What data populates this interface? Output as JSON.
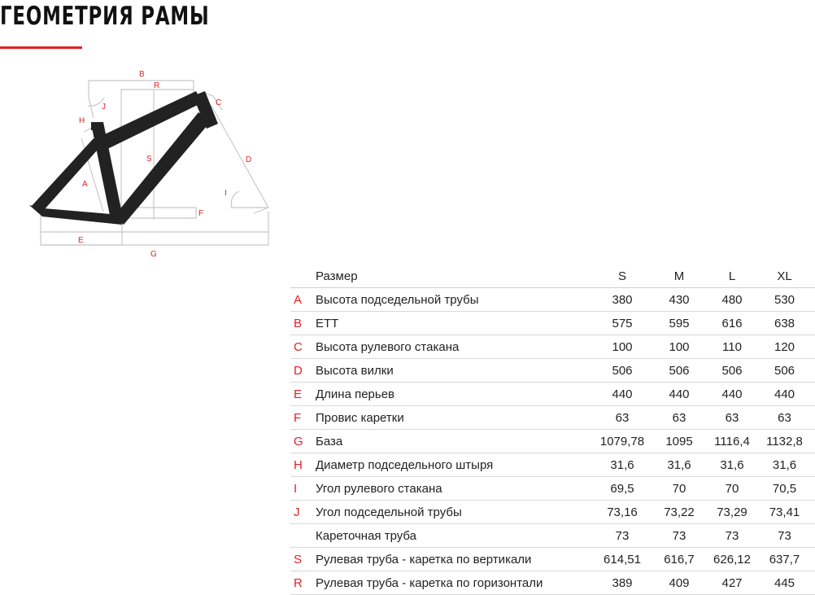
{
  "page": {
    "title": "ГЕОМЕТРИЯ РАМЫ",
    "accent_color": "#e31e24"
  },
  "diagram": {
    "labels": {
      "A": "A",
      "B": "B",
      "C": "C",
      "D": "D",
      "E": "E",
      "F": "F",
      "G": "G",
      "H": "H",
      "I": "I",
      "J": "J",
      "R": "R",
      "S": "S"
    },
    "frame_color": "#222222",
    "dimension_line_color": "#c8c8c8"
  },
  "table": {
    "header": {
      "param": "Размер",
      "sizes": [
        "S",
        "M",
        "L",
        "XL"
      ]
    },
    "rows": [
      {
        "letter": "A",
        "param": "Высота подседельной трубы",
        "values": [
          "380",
          "430",
          "480",
          "530"
        ]
      },
      {
        "letter": "B",
        "param": "ETT",
        "values": [
          "575",
          "595",
          "616",
          "638"
        ]
      },
      {
        "letter": "C",
        "param": "Высота рулевого стакана",
        "values": [
          "100",
          "100",
          "110",
          "120"
        ]
      },
      {
        "letter": "D",
        "param": "Высота вилки",
        "values": [
          "506",
          "506",
          "506",
          "506"
        ]
      },
      {
        "letter": "E",
        "param": "Длина перьев",
        "values": [
          "440",
          "440",
          "440",
          "440"
        ]
      },
      {
        "letter": "F",
        "param": "Провис каретки",
        "values": [
          "63",
          "63",
          "63",
          "63"
        ]
      },
      {
        "letter": "G",
        "param": "База",
        "values": [
          "1079,78",
          "1095",
          "1116,4",
          "1132,8"
        ]
      },
      {
        "letter": "H",
        "param": "Диаметр подседельного штыря",
        "values": [
          "31,6",
          "31,6",
          "31,6",
          "31,6"
        ]
      },
      {
        "letter": "I",
        "param": "Угол рулевого стакана",
        "values": [
          "69,5",
          "70",
          "70",
          "70,5"
        ]
      },
      {
        "letter": "J",
        "param": "Угол подседельной трубы",
        "values": [
          "73,16",
          "73,22",
          "73,29",
          "73,41"
        ]
      },
      {
        "letter": "",
        "param": "Кареточная труба",
        "values": [
          "73",
          "73",
          "73",
          "73"
        ]
      },
      {
        "letter": "S",
        "param": "Рулевая труба - каретка по вертикали",
        "values": [
          "614,51",
          "616,7",
          "626,12",
          "637,7"
        ]
      },
      {
        "letter": "R",
        "param": "Рулевая труба - каретка по горизонтали",
        "values": [
          "389",
          "409",
          "427",
          "445"
        ]
      }
    ]
  }
}
